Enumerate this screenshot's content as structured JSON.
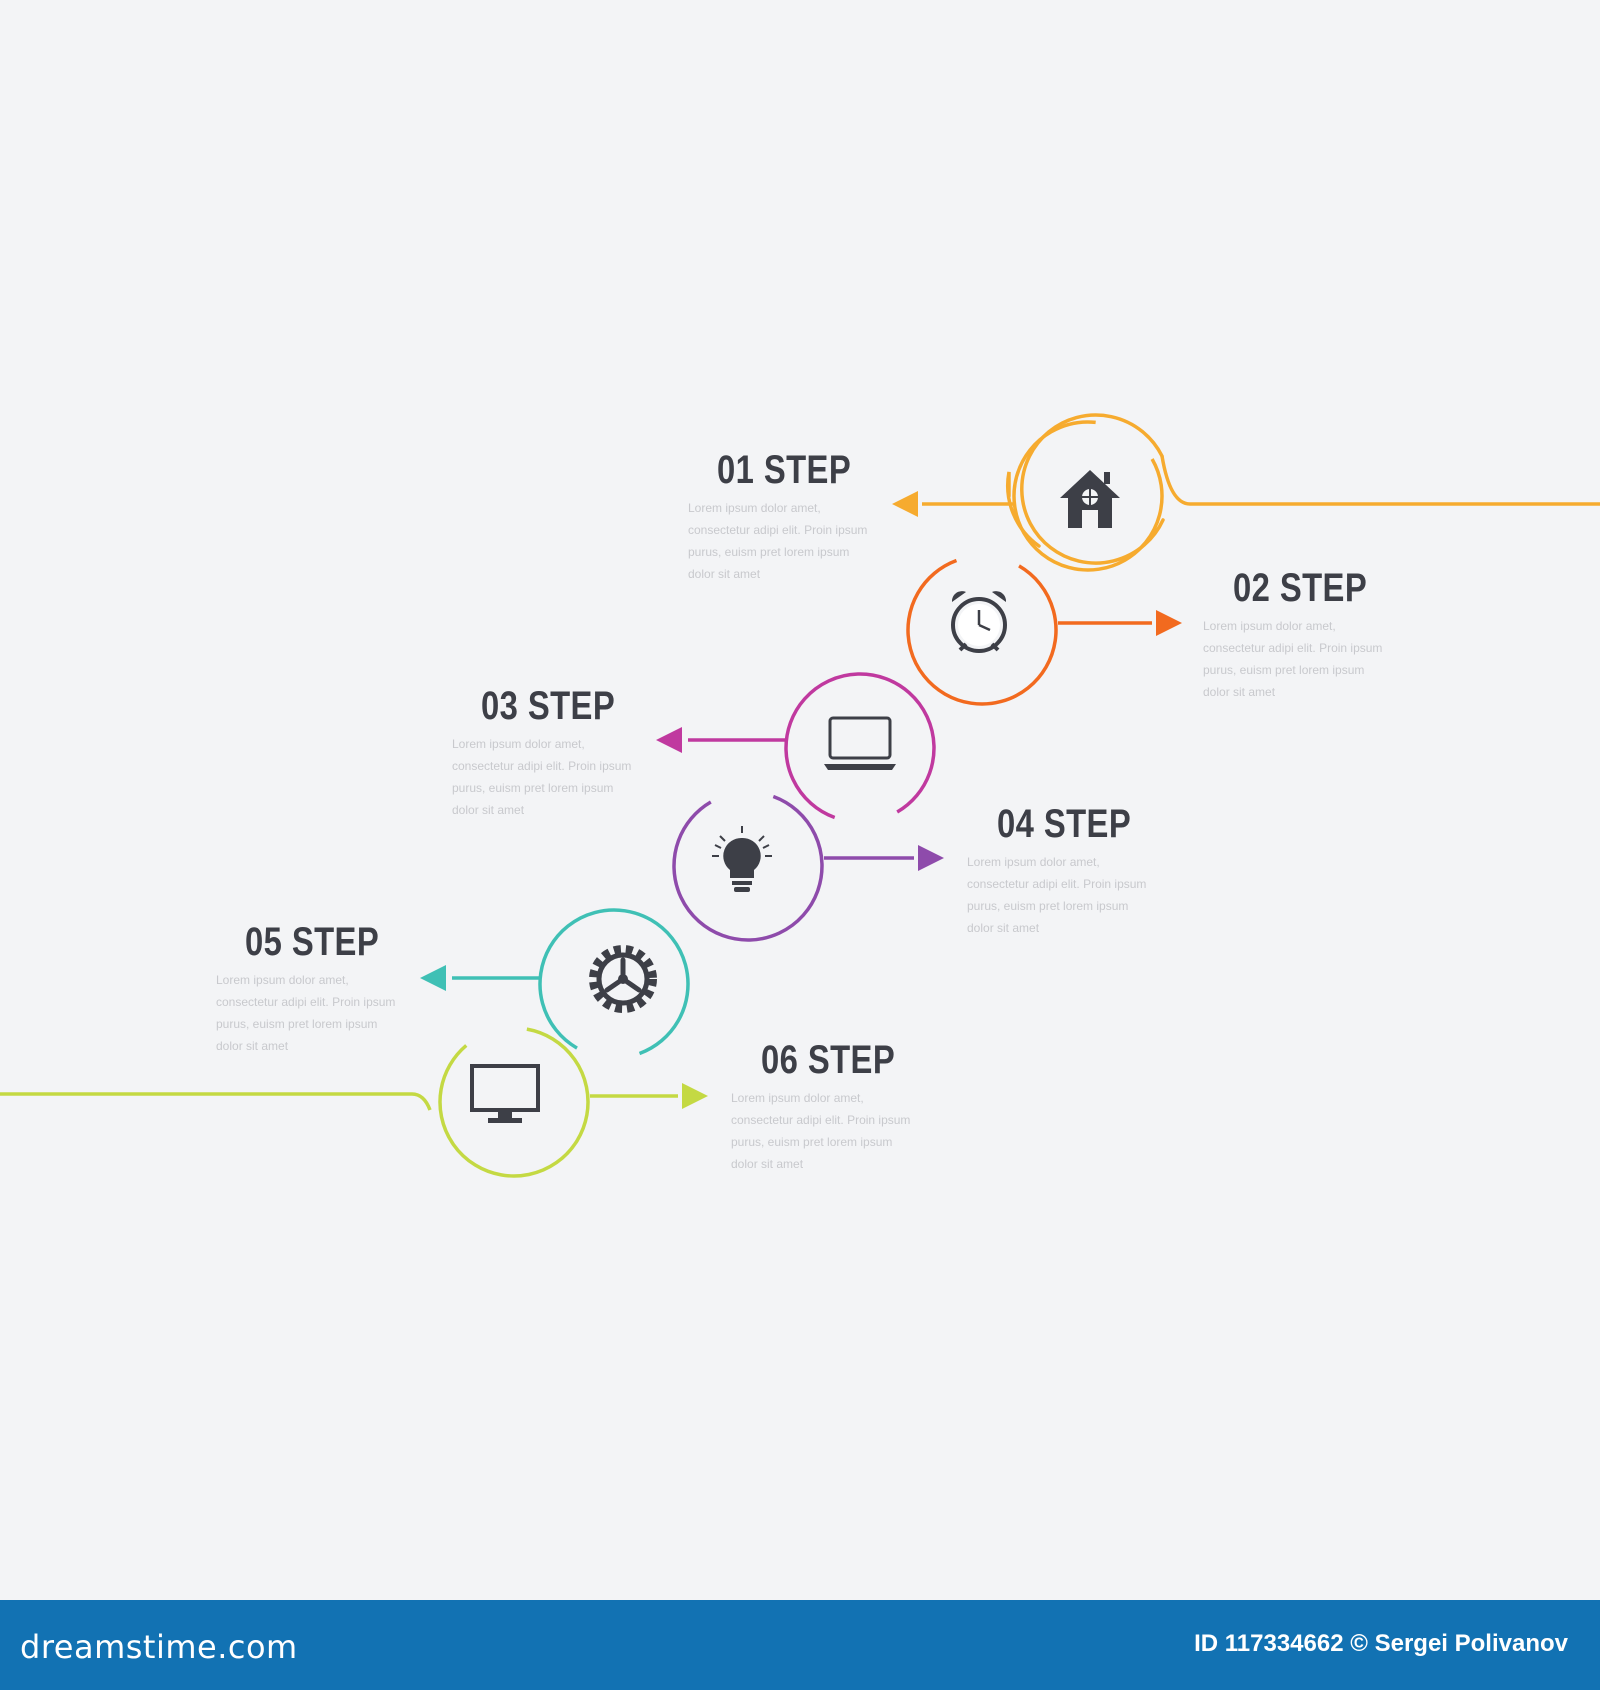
{
  "colors": {
    "background": "#f3f4f6",
    "step1": "#f6ab2f",
    "step2": "#f26a1f",
    "step3": "#c0399f",
    "step4": "#8e4bab",
    "step5": "#3fc0b5",
    "step6": "#c4d943",
    "icon": "#3d3f47",
    "footer": "#1272b3"
  },
  "steps": [
    {
      "title": "01 STEP",
      "text": "Lorem ipsum dolor amet, consectetur adipi elit. Proin ipsum purus, euism pret lorem ipsum dolor sit amet",
      "icon": "house-icon",
      "direction": "left"
    },
    {
      "title": "02 STEP",
      "text": "Lorem ipsum dolor amet, consectetur adipi elit. Proin ipsum purus, euism pret lorem ipsum dolor sit amet",
      "icon": "alarm-clock-icon",
      "direction": "right"
    },
    {
      "title": "03 STEP",
      "text": "Lorem ipsum dolor amet, consectetur adipi elit. Proin ipsum purus, euism pret lorem ipsum dolor sit amet",
      "icon": "laptop-icon",
      "direction": "left"
    },
    {
      "title": "04 STEP",
      "text": "Lorem ipsum dolor amet, consectetur adipi elit. Proin ipsum purus, euism pret lorem ipsum dolor sit amet",
      "icon": "lightbulb-icon",
      "direction": "right"
    },
    {
      "title": "05 STEP",
      "text": "Lorem ipsum dolor amet, consectetur adipi elit. Proin ipsum purus, euism pret lorem ipsum dolor sit amet",
      "icon": "gear-icon",
      "direction": "left"
    },
    {
      "title": "06 STEP",
      "text": "Lorem ipsum dolor amet, consectetur adipi elit. Proin ipsum purus, euism pret lorem ipsum dolor sit amet",
      "icon": "monitor-icon",
      "direction": "right"
    }
  ],
  "footer": {
    "logo": "dreamstime.com",
    "credit": "ID 117334662 © Sergei Polivanov"
  }
}
